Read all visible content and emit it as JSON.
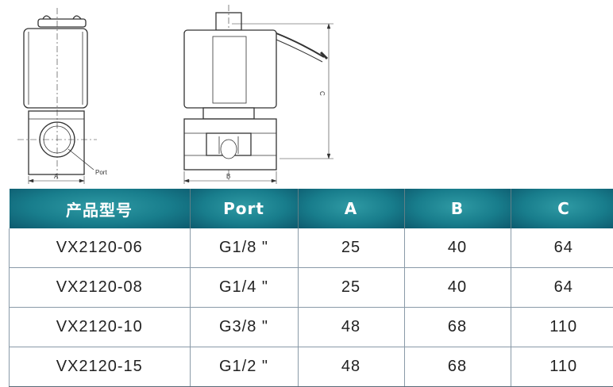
{
  "drawing": {
    "dim_a": "A",
    "dim_b": "B",
    "dim_c": "C",
    "port_callout": "Port"
  },
  "table": {
    "headers": [
      "产品型号",
      "Port",
      "A",
      "B",
      "C"
    ],
    "rows": [
      [
        "VX2120-06",
        "G1/8 \"",
        "25",
        "40",
        "64"
      ],
      [
        "VX2120-08",
        "G1/4 \"",
        "25",
        "40",
        "64"
      ],
      [
        "VX2120-10",
        "G3/8 \"",
        "48",
        "68",
        "110"
      ],
      [
        "VX2120-15",
        "G1/2 \"",
        "48",
        "68",
        "110"
      ]
    ]
  },
  "colors": {
    "header_gradient_center": "#2f9aa4",
    "header_gradient_edge": "#0d5a6e",
    "line": "#333333"
  }
}
